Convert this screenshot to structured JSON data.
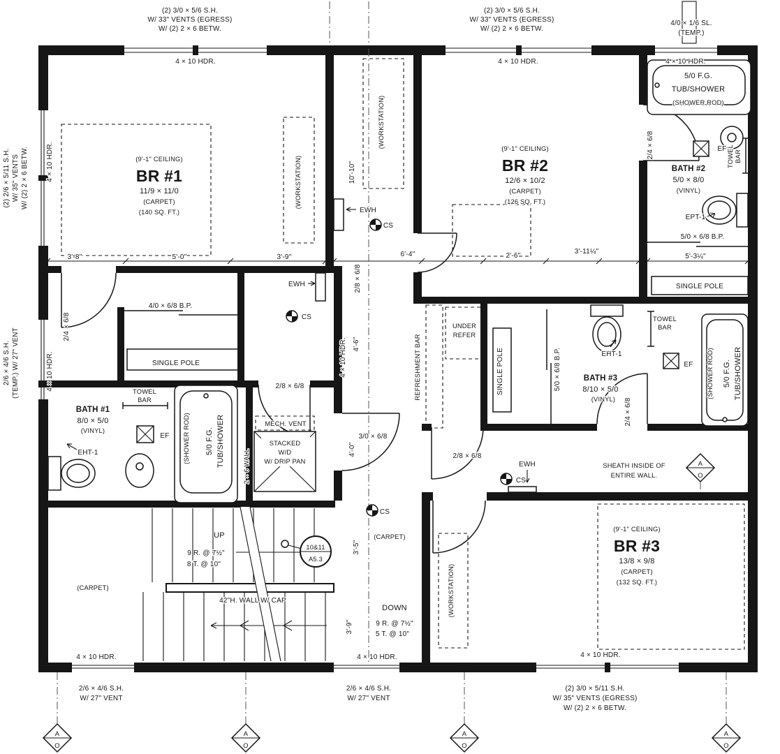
{
  "shared": {
    "hdr": "4 × 10 HDR.",
    "workstation": "(WORKSTATION)",
    "carpet": "(CARPET)",
    "vinyl": "(VINYL)",
    "ceiling": "(9'-1\" CEILING)",
    "single_pole": "SINGLE POLE",
    "shower_rod": "(SHOWER ROD)",
    "tub_1": "5/0 F.G.",
    "tub_2": "TUB/SHOWER",
    "towel_1": "TOWEL",
    "towel_2": "BAR",
    "ef": "EF",
    "eht": "EHT-1",
    "ewh": "EWH",
    "cs": "CS",
    "door_24": "2/4 × 6/8",
    "door_28": "2/8 × 6/8",
    "door_30": "3/0 × 6/8",
    "bp_40": "4/0 × 6/8 B.P.",
    "bp_50": "5/0 × 6/8 B.P."
  },
  "windows": {
    "top_left": [
      "(2) 3/0 × 5/6 S.H.",
      "W/ 33\" VENTS (EGRESS)",
      "W/ (2) 2 × 6 BETW."
    ],
    "top_right": [
      "(2) 3/0 × 5/6 S.H.",
      "W/ 33\" VENTS (EGRESS)",
      "W/ (2) 2 × 6 BETW."
    ],
    "top_slider": [
      "4/0 × 1/6 SL.",
      "(TEMP.)"
    ],
    "left_upper": [
      "(2) 2/6 × 5/11 S.H.",
      "W/ 35\" VENTS",
      "W/ (2) 2 × 6 BETW."
    ],
    "left_lower": [
      "2/6 × 4/6 S.H.",
      "(TEMP.) W/ 27\" VENT"
    ],
    "bottom_left": [
      "2/6 × 4/6 S.H.",
      "W/ 27\" VENT"
    ],
    "bottom_mid": [
      "2/6 × 4/6 S.H.",
      "W/ 27\" VENT"
    ],
    "bottom_right": [
      "(2) 3/0 × 5/11 S.H.",
      "W/ 35\" VENTS (EGRESS)",
      "W/ (2) 2 × 6 BETW."
    ]
  },
  "rooms": {
    "br1": {
      "name": "BR #1",
      "size": "11/9 × 11/0",
      "area": "(140 SQ. FT.)"
    },
    "br2": {
      "name": "BR #2",
      "size": "12/6 × 10/2",
      "area": "(126 SQ. FT.)"
    },
    "br3": {
      "name": "BR #3",
      "size": "13/8 × 9/8",
      "area": "(132 SQ. FT.)"
    },
    "bath1": {
      "name": "BATH #1",
      "size": "8/0 × 5/0"
    },
    "bath2": {
      "name": "BATH #2",
      "size": "5/0 × 8/0"
    },
    "bath3": {
      "name": "BATH #3",
      "size": "8/10 × 5/0"
    }
  },
  "fixtures": {
    "ept": "EPT-1",
    "mech_vent": "MECH. VENT",
    "wd_1": "STACKED",
    "wd_2": "W/D",
    "wd_3": "W/ DRIP PAN",
    "wall_2x6": "2 × 6 WALL",
    "refreshment_bar": "REFRESHMENT BAR",
    "under_1": "UNDER",
    "under_2": "REFER"
  },
  "notes": {
    "sheath_1": "SHEATH INSIDE OF",
    "sheath_2": "ENTIRE WALL."
  },
  "stairs": {
    "up": "UP",
    "up_risers": "9 R. @ 7½\"",
    "up_treads": "8 T. @ 10\"",
    "down": "DOWN",
    "down_risers": "9 R. @ 7½\"",
    "down_treads": "5 T. @ 10\"",
    "wall_cap": "42\"H. WALL W/ CAP"
  },
  "dims": {
    "d3_8": "3'-8\"",
    "d5_0": "5'-0\"",
    "d3_9": "3'-9\"",
    "d6_4": "6'-4\"",
    "d2_6": "2'-6\"",
    "d3_11": "3'-11¼\"",
    "d5_3": "5'-3¼\"",
    "d10_10": "10'-10\"",
    "d4_6": "4'-6\"",
    "d4_0": "4'-0\"",
    "d3_5": "3'-5\""
  },
  "markers": {
    "detail_top": "10&11",
    "detail_bottom": "A5.3",
    "a": "A",
    "o": "O"
  }
}
